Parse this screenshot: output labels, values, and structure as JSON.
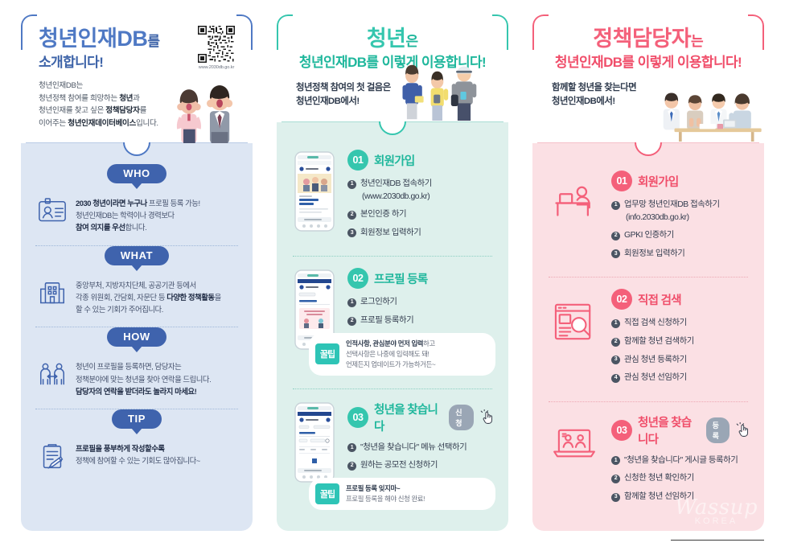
{
  "theme": {
    "col1_accent": "#4f79c4",
    "col1_accent_dark": "#3d63a8",
    "col1_panel": "#dde6f3",
    "col1_pill": "#3f63ad",
    "col2_accent": "#35c6ae",
    "col2_accent_dark": "#1fb79c",
    "col2_panel": "#def0ec",
    "col3_accent": "#f4607a",
    "col3_accent_dark": "#f04e6a",
    "col3_panel": "#fbe0e4"
  },
  "col1": {
    "title_big": "청년인재DB",
    "title_suffix": "를",
    "title_sub": "소개합니다!",
    "qr": {
      "icon": "qr-code-icon",
      "caption": "www.2030db.go.kr"
    },
    "lede": {
      "line1": "청년인재DB는",
      "line2_a": "청년정책 참여를 희망하는 ",
      "line2_b": "청년",
      "line2_c": "과",
      "line3_a": "청년인재를 찾고 싶은 ",
      "line3_b": "정책담당자",
      "line3_c": "를",
      "line4_a": "이어주는 ",
      "line4_b": "청년인재데이터베이스",
      "line4_c": "입니다."
    },
    "blocks": [
      {
        "pill": "WHO",
        "icon": "id-card-icon",
        "lines": [
          {
            "bold": "2030 청년이라면 누구나",
            "rest": " 프로필 등록 가능!"
          },
          {
            "bold": "",
            "rest": "청년인재DB는 학력이나 경력보다"
          },
          {
            "bold": "참여 의지를 우선",
            "rest": "합니다."
          }
        ]
      },
      {
        "pill": "WHAT",
        "icon": "building-icon",
        "lines": [
          {
            "bold": "",
            "rest": "중앙부처, 지방자치단체, 공공기관 등에서"
          },
          {
            "bold": "",
            "rest": "각종 위원회, 간담회, 자문단 등 "
          },
          {
            "bold": "다양한 정책활동",
            "rest": "을"
          },
          {
            "bold": "",
            "rest": "할 수 있는 기회가 주어집니다."
          }
        ]
      },
      {
        "pill": "HOW",
        "icon": "people-connect-icon",
        "lines": [
          {
            "bold": "",
            "rest": "청년이 프로필을 등록하면, 담당자는"
          },
          {
            "bold": "",
            "rest": "정책분야에 맞는 청년을 찾아 연락을 드립니다."
          },
          {
            "bold": "담당자의 연락을 받더라도 놀라지 마세요!",
            "rest": ""
          }
        ]
      },
      {
        "pill": "TIP",
        "icon": "clipboard-pen-icon",
        "lines": [
          {
            "bold": "프로필을 풍부하게 작성할수록",
            "rest": ""
          },
          {
            "bold": "",
            "rest": "정책에 참여할 수 있는 기회도 많아집니다~"
          }
        ]
      }
    ]
  },
  "col2": {
    "title_big": "청년",
    "title_suffix": "은",
    "title_sub": "청년인재DB를 이렇게 이용합니다!",
    "lede_strong_1": "청년정책 참여의 첫 걸음은",
    "lede_strong_2": "청년인재DB에서!",
    "people_icon": "youth-group-illustration",
    "steps": [
      {
        "num": "01",
        "title": "회원가입",
        "badge": "",
        "visual": "phone-signup-screen",
        "items": [
          {
            "n": "❶",
            "text": "청년인재DB 접속하기",
            "sub": "(www.2030db.go.kr)"
          },
          {
            "n": "❷",
            "text": "본인인증 하기",
            "sub": ""
          },
          {
            "n": "❸",
            "text": "회원정보 입력하기",
            "sub": ""
          }
        ],
        "tip": null
      },
      {
        "num": "02",
        "title": "프로필 등록",
        "badge": "",
        "visual": "phone-profile-screen",
        "items": [
          {
            "n": "❶",
            "text": "로그인하기",
            "sub": ""
          },
          {
            "n": "❷",
            "text": "프로필 등록하기",
            "sub": ""
          }
        ],
        "tip": {
          "badge": "꿀팁",
          "line1_bold": "인적사항, 관심분야 먼저 입력",
          "line1_rest": "하고",
          "line2": "선택사항은 나중에 입력해도 돼!",
          "line3": "언제든지 업데이트가 가능하거든~"
        }
      },
      {
        "num": "03",
        "title": "청년을 찾습니다",
        "badge": "신청",
        "visual": "phone-search-screen",
        "items": [
          {
            "n": "❶",
            "text": "\"청년을 찾습니다\" 메뉴 선택하기",
            "sub": ""
          },
          {
            "n": "❷",
            "text": "원하는 공모전 신청하기",
            "sub": ""
          }
        ],
        "tip": {
          "badge": "꿀팁",
          "line1_bold": "프로필 등록 잊지마~",
          "line1_rest": "",
          "line2": "프로필 등록을 해야 신청 완료!",
          "line3": ""
        }
      }
    ]
  },
  "col3": {
    "title_big": "정책담당자",
    "title_suffix": "는",
    "title_sub": "청년인재DB를 이렇게 이용합니다!",
    "lede_strong_1": "함께할 청년을 찾는다면",
    "lede_strong_2": "청년인재DB에서!",
    "people_icon": "officials-meeting-illustration",
    "steps": [
      {
        "num": "01",
        "title": "회원가입",
        "badge": "",
        "visual": "desk-person-icon",
        "items": [
          {
            "n": "❶",
            "text": "업무망 청년인재DB 접속하기",
            "sub": "(info.2030db.go.kr)"
          },
          {
            "n": "❷",
            "text": "GPKI 인증하기",
            "sub": ""
          },
          {
            "n": "❸",
            "text": "회원정보 입력하기",
            "sub": ""
          }
        ]
      },
      {
        "num": "02",
        "title": "직접 검색",
        "badge": "",
        "visual": "document-search-icon",
        "items": [
          {
            "n": "❶",
            "text": "직접 검색 신청하기",
            "sub": ""
          },
          {
            "n": "❷",
            "text": "함께할 청년 검색하기",
            "sub": ""
          },
          {
            "n": "❸",
            "text": "관심 청년 등록하기",
            "sub": ""
          },
          {
            "n": "❹",
            "text": "관심 청년 선임하기",
            "sub": ""
          }
        ]
      },
      {
        "num": "03",
        "title": "청년을 찾습니다",
        "badge": "등록",
        "visual": "laptop-person-icon",
        "items": [
          {
            "n": "❶",
            "text": "\"청년을 찾습니다\" 게시글 등록하기",
            "sub": ""
          },
          {
            "n": "❷",
            "text": "신청한 청년 확인하기",
            "sub": ""
          },
          {
            "n": "❸",
            "text": "함께할 청년 선임하기",
            "sub": ""
          }
        ]
      }
    ]
  },
  "watermark": {
    "main": "Wassup",
    "sub": "KOREA"
  }
}
